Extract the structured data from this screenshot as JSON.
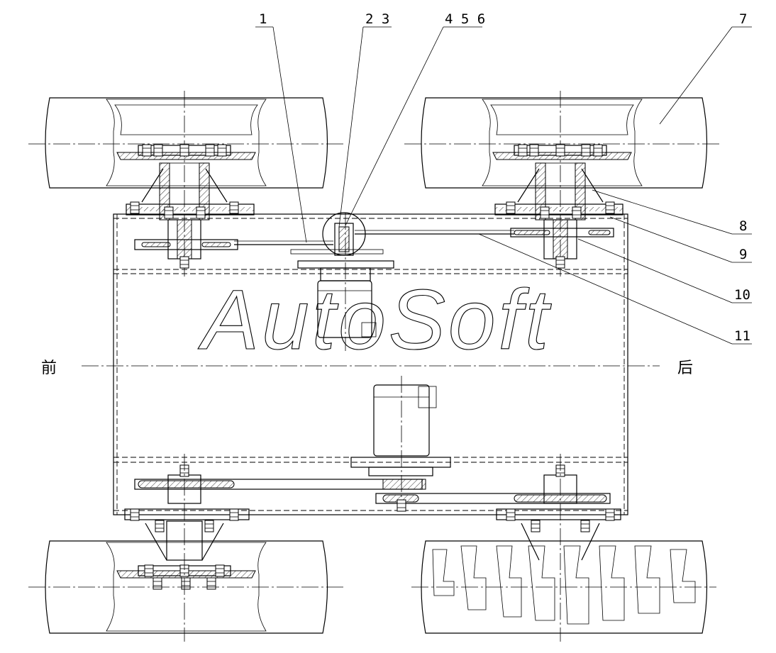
{
  "watermark": "AutoSoft",
  "orientation": {
    "front": "前",
    "rear": "后"
  },
  "part_labels": [
    "1",
    "2 3",
    "4 5 6",
    "7",
    "8",
    "9",
    "10",
    "11"
  ]
}
